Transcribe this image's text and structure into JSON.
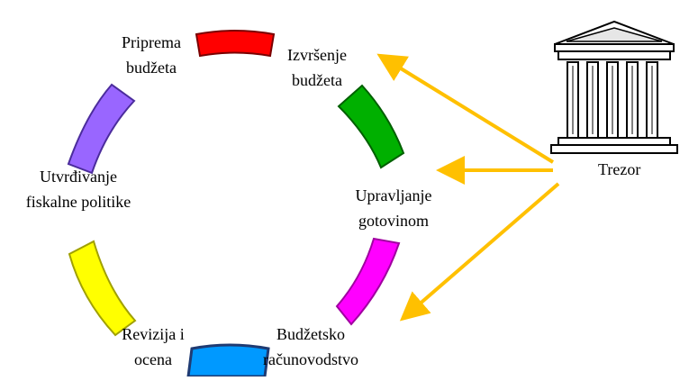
{
  "stages": [
    {
      "id": "priprema",
      "line1": "Priprema",
      "line2": "budžeta",
      "color": "#ff0000"
    },
    {
      "id": "izvrsenje",
      "line1": "Izvršenje",
      "line2": "budžeta",
      "color": "#00b000"
    },
    {
      "id": "upravljanje",
      "line1": "Upravljanje",
      "line2": "gotovinom",
      "color": "#ff00ff"
    },
    {
      "id": "racunovodstvo",
      "line1": "Budžetsko",
      "line2": "računovodstvo",
      "color": "#0099ff"
    },
    {
      "id": "revizija",
      "line1": "Revizija i",
      "line2": "ocena",
      "color": "#ffff00"
    },
    {
      "id": "fiskalna",
      "line1": "Utvrđivanje",
      "line2": "fiskalne politike",
      "color": "#9966ff"
    }
  ],
  "treasury": {
    "label": "Trezor",
    "icon": "bank-building-icon"
  },
  "arrow_color": "#ffc000"
}
